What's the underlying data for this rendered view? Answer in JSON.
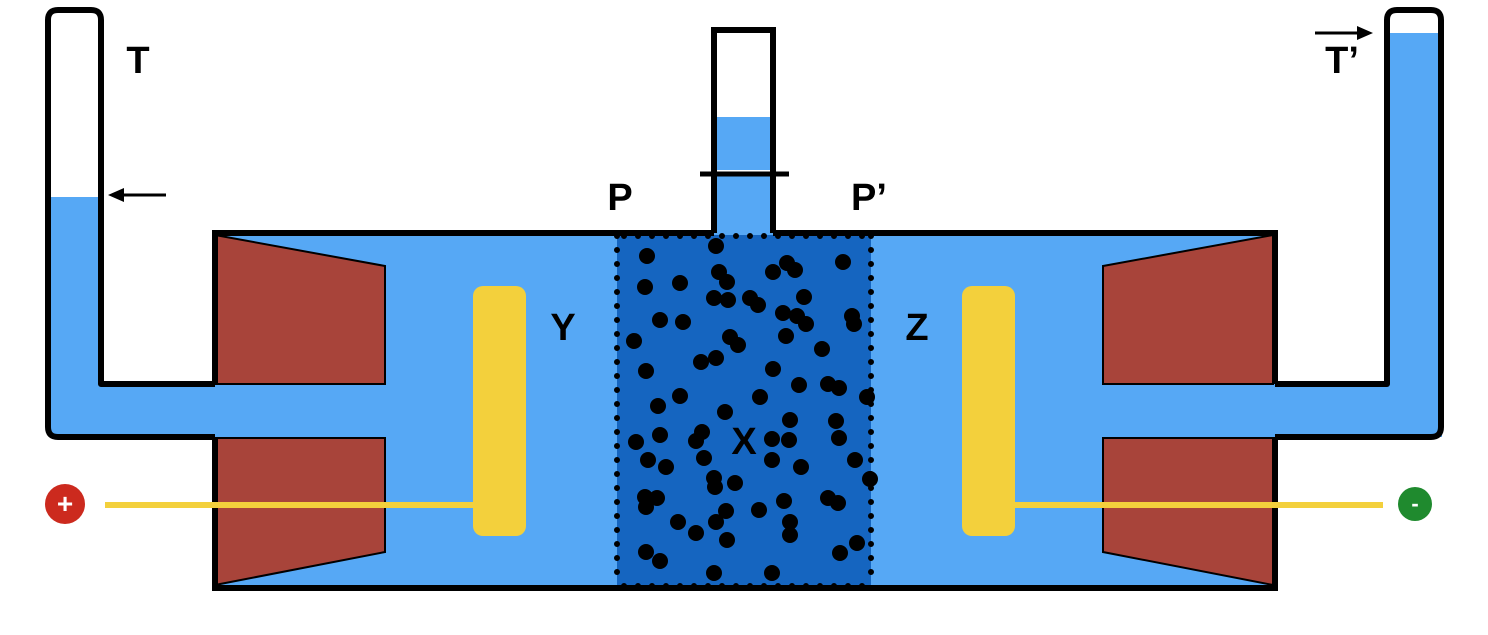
{
  "labels": {
    "tube_left": "T",
    "tube_right": "T’",
    "membrane_left": "P",
    "membrane_right": "P’",
    "electrode_left": "Y",
    "electrode_right": "Z",
    "center": "X"
  },
  "terminals": {
    "positive": "+",
    "negative": "-"
  },
  "colors": {
    "liquid": "#56a8f5",
    "gel": "#1565c0",
    "particle": "#000000",
    "electrode": "#f3d03c",
    "block": "#a8443a",
    "positive_terminal": "#cc2a1e",
    "negative_terminal": "#1f8a2e",
    "outline": "#000000"
  },
  "arrows": {
    "tube_left": "left",
    "tube_right": "right"
  }
}
